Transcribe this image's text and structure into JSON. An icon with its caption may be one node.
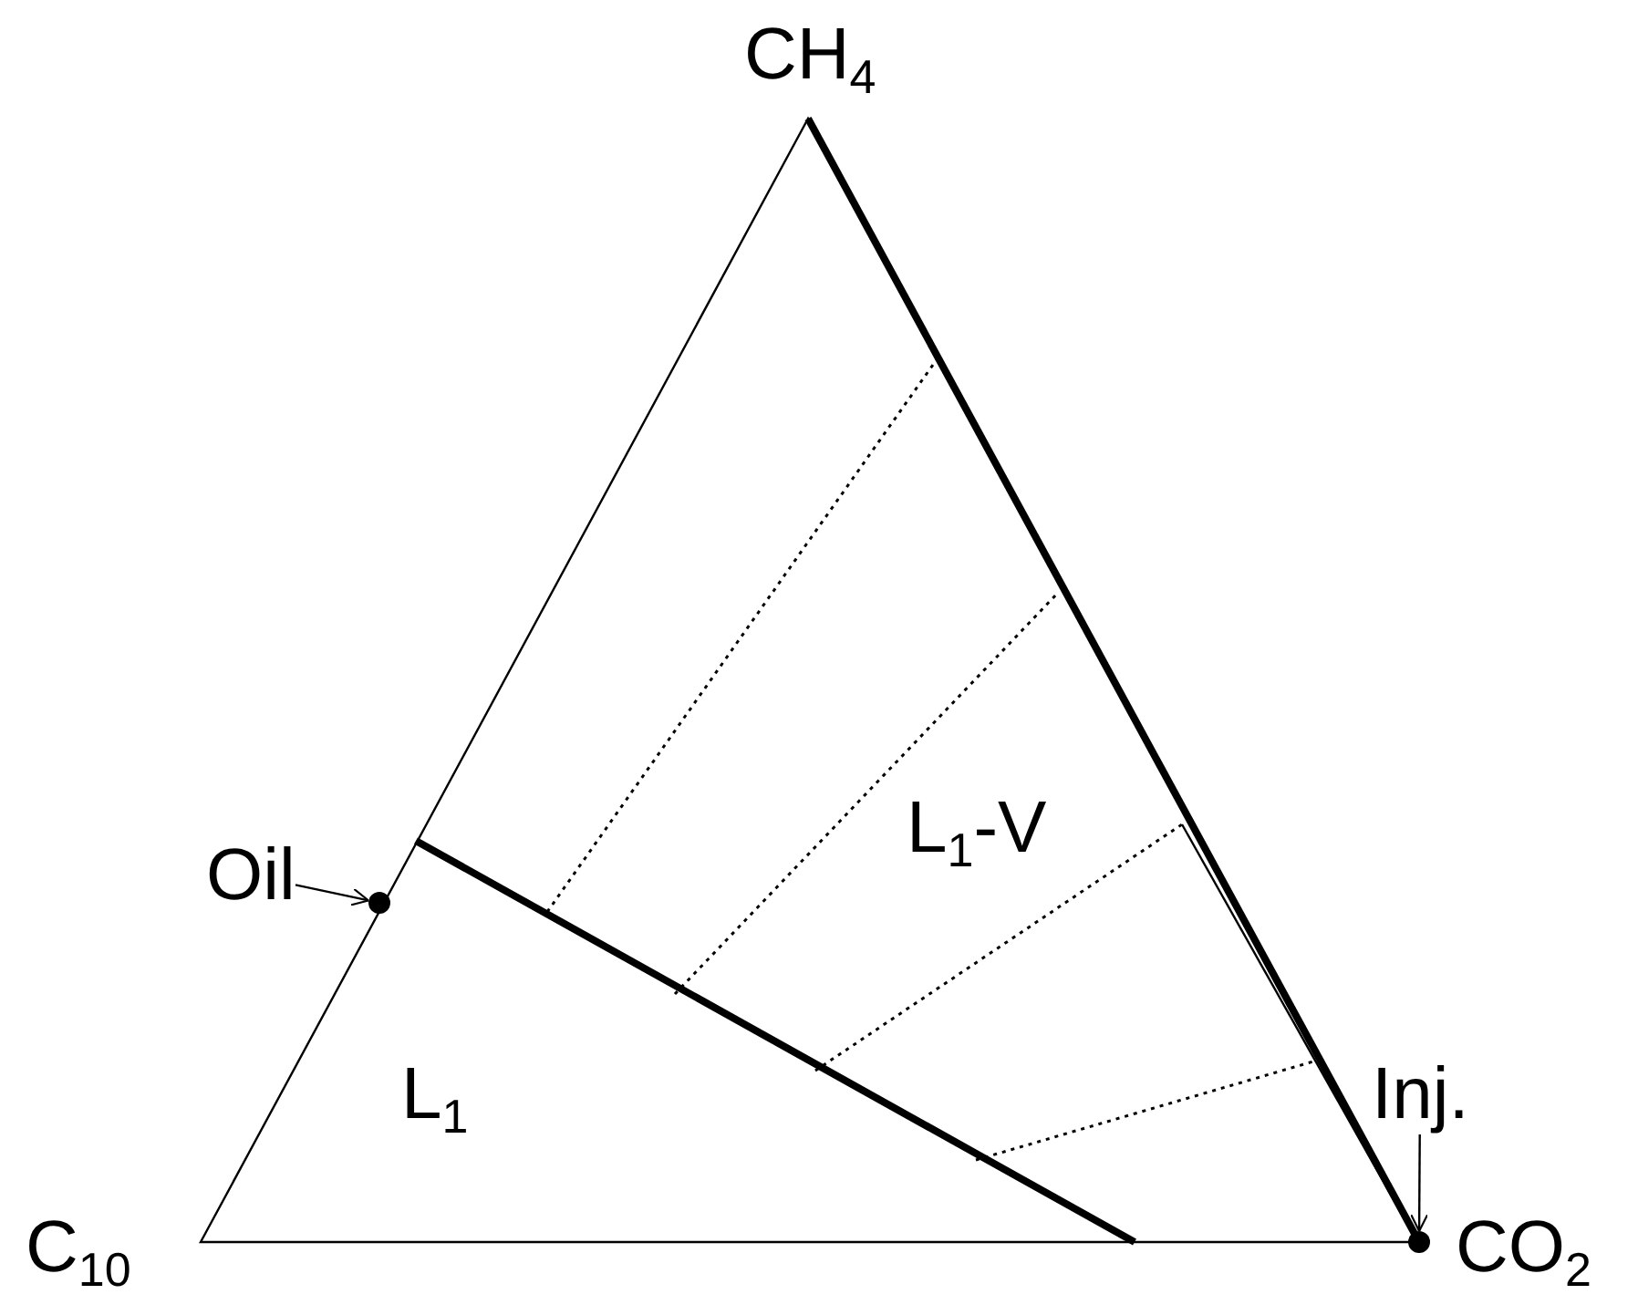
{
  "diagram": {
    "nodes": [
      {
        "text": [
          "Oil"
        ]
      },
      {
        "text": [],
        "shape": "circle"
      },
      {
        "text": [
          "Inj."
        ]
      },
      {
        "text": [],
        "shape": "circle"
      }
    ],
    "edges": [
      {
        "from": 0,
        "to": 1,
        "arrow": "to"
      },
      {
        "from": 2,
        "to": 3,
        "arrow": "to"
      }
    ],
    "labels": [
      "CH$_{4}$",
      "L$_{1}$-V",
      "L$_{1}$",
      "C$_{10}$",
      "CO$_{2}$"
    ]
  }
}
